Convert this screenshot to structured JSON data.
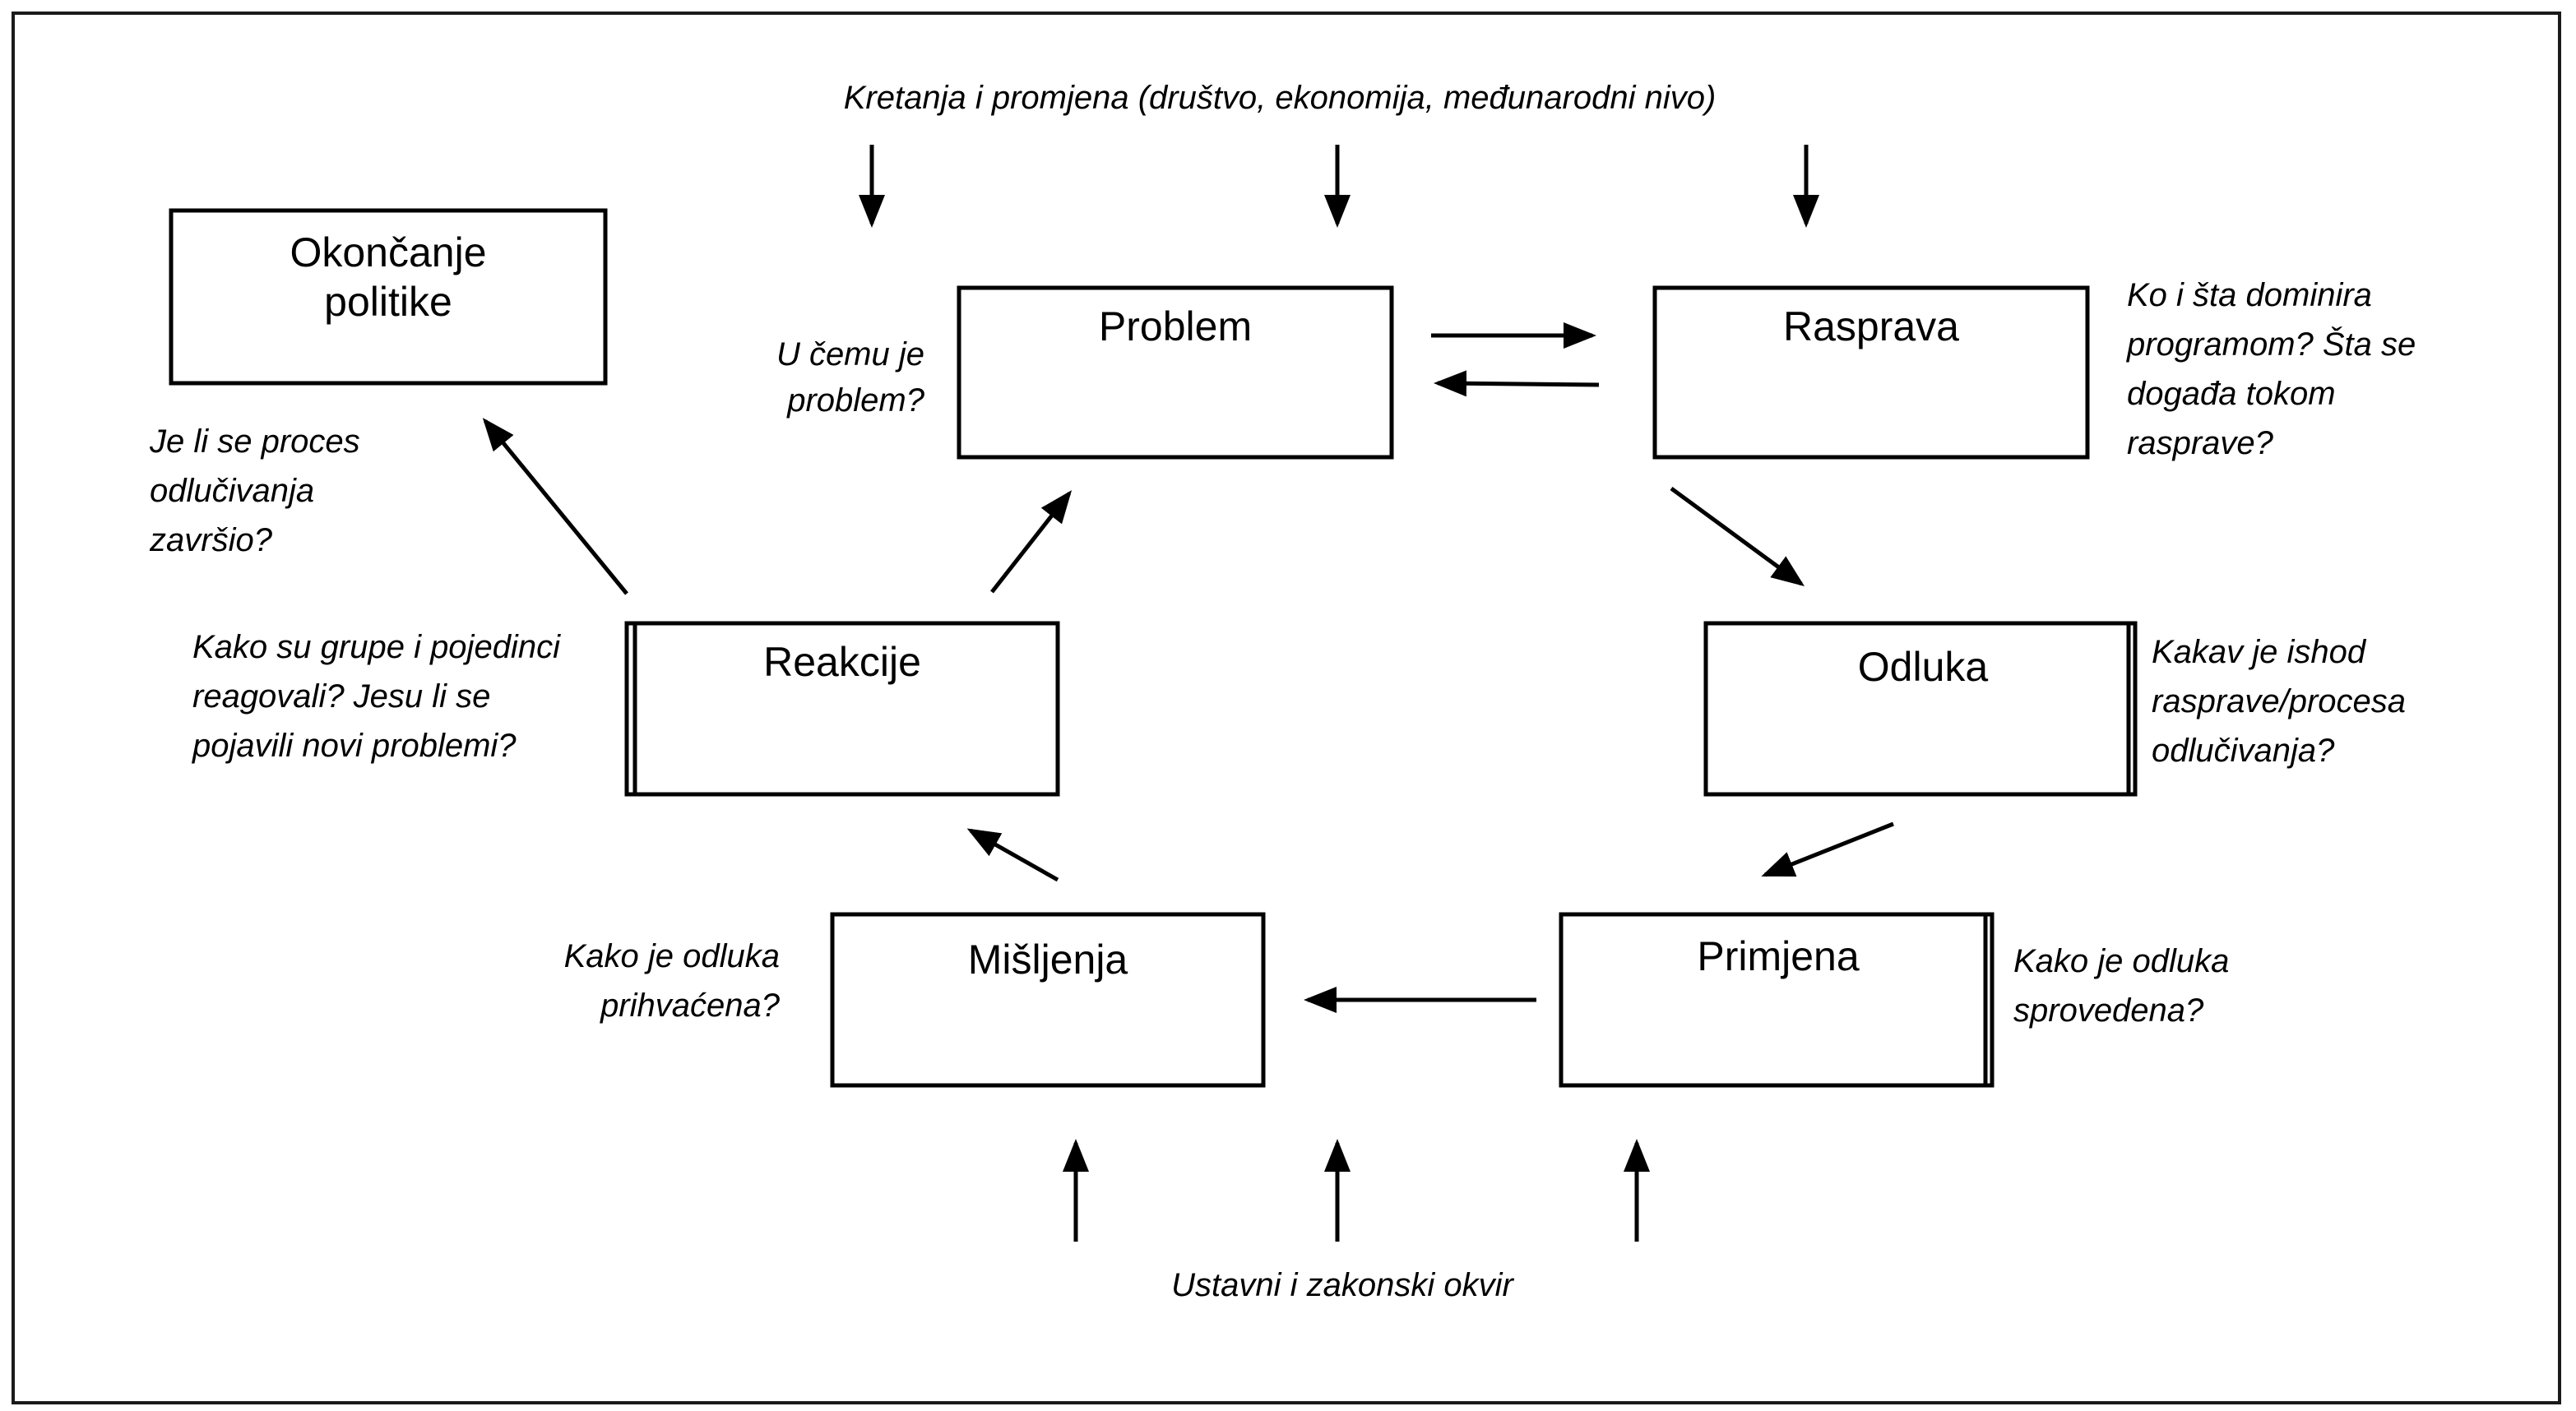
{
  "top_influence": "Kretanja i promjena (društvo, ekonomija, međunarodni nivo)",
  "bottom_influence": "Ustavni i zakonski okvir",
  "stages": {
    "okoncanje": {
      "label_lines": [
        "Okončanje",
        "politike"
      ],
      "question_lines": [
        "Je li se proces",
        "odlučivanja",
        "završio?"
      ]
    },
    "problem": {
      "label": "Problem",
      "question_lines": [
        "U čemu je",
        "problem?"
      ]
    },
    "rasprava": {
      "label": "Rasprava",
      "question_lines": [
        "Ko i šta dominira",
        "programom? Šta se",
        "događa tokom",
        "rasprave?"
      ]
    },
    "odluka": {
      "label": "Odluka",
      "question_lines": [
        "Kakav je ishod",
        "rasprave/procesa",
        "odlučivanja?"
      ]
    },
    "primjena": {
      "label": "Primjena",
      "question_lines": [
        "Kako je odluka",
        "sprovedena?"
      ]
    },
    "misljenja": {
      "label": "Mišljenja",
      "question_lines": [
        "Kako je odluka",
        "prihvaćena?"
      ]
    },
    "reakcije": {
      "label": "Reakcije",
      "question_lines": [
        "Kako su grupe i pojedinci",
        "reagovali? Jesu li se",
        "pojavili novi problemi?"
      ]
    }
  }
}
